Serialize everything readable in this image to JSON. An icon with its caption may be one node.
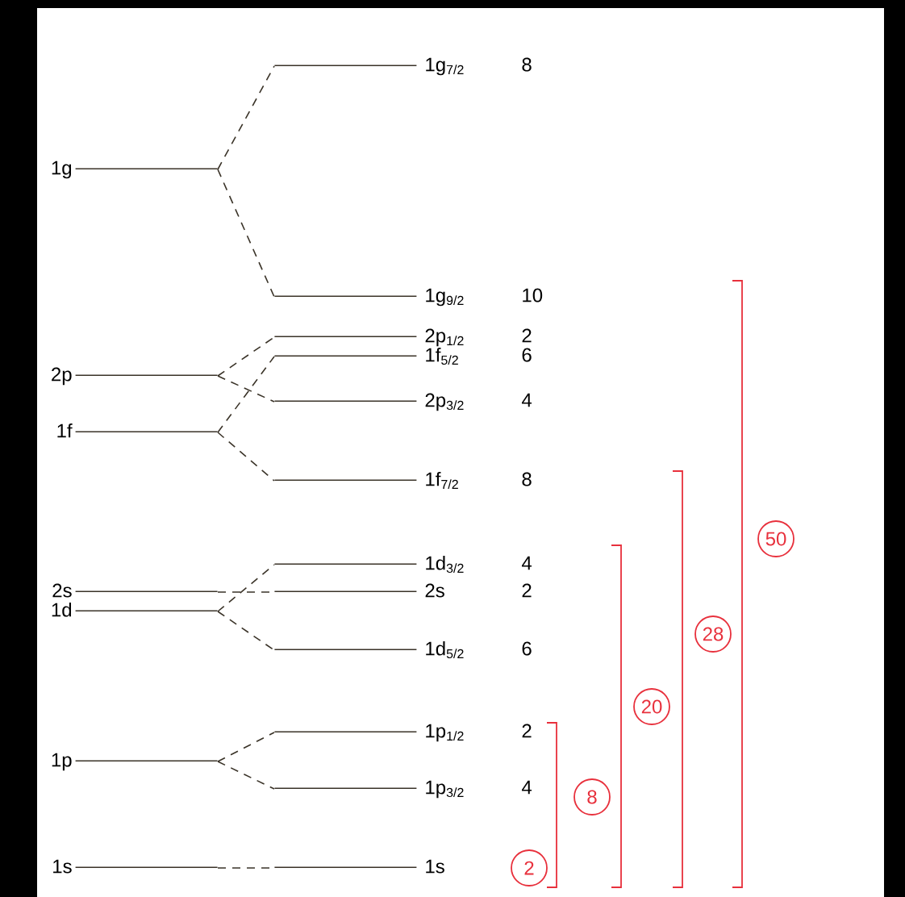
{
  "diagram": {
    "nodes": [
      {
        "text": [
          "1g"
        ]
      },
      {
        "text": [
          "2p"
        ]
      },
      {
        "text": [
          "1f"
        ]
      },
      {
        "text": [
          "2s"
        ]
      },
      {
        "text": [
          "1d"
        ]
      },
      {
        "text": [
          "1p"
        ]
      },
      {
        "text": [
          "1s"
        ]
      },
      {
        "text": [
          "1g$_{7/2}$"
        ],
        "beside": [
          "8"
        ]
      },
      {
        "text": [
          "1g$_{9/2}$"
        ],
        "beside": [
          "10"
        ]
      },
      {
        "text": [
          "2p$_{1/2}$"
        ],
        "beside": [
          "2"
        ]
      },
      {
        "text": [
          "1f$_{5/2}$"
        ],
        "beside": [
          "6"
        ]
      },
      {
        "text": [
          "2p$_{3/2}$"
        ],
        "beside": [
          "4"
        ]
      },
      {
        "text": [
          "1f$_{7/2}$"
        ],
        "beside": [
          "8"
        ]
      },
      {
        "text": [
          "1d$_{3/2}$"
        ],
        "beside": [
          "4"
        ]
      },
      {
        "text": [
          "2s"
        ],
        "beside": [
          "2"
        ]
      },
      {
        "text": [
          "1d$_{5/2}$"
        ],
        "beside": [
          "6"
        ]
      },
      {
        "text": [
          "1p$_{1/2}$"
        ],
        "beside": [
          "2"
        ]
      },
      {
        "text": [
          "1p$_{3/2}$"
        ],
        "beside": [
          "4"
        ]
      },
      {
        "text": [
          "1s"
        ]
      },
      {
        "text": [
          "50"
        ]
      },
      {
        "text": [
          "28"
        ]
      },
      {
        "text": [
          "20"
        ]
      },
      {
        "text": [
          "8"
        ]
      },
      {
        "text": [
          "2"
        ]
      }
    ],
    "edges": [
      {
        "from": 0,
        "to": 7,
        "arrow": "none"
      },
      {
        "from": 0,
        "to": 8,
        "arrow": "none"
      },
      {
        "from": 1,
        "to": 9,
        "arrow": "none"
      },
      {
        "from": 1,
        "to": 11,
        "arrow": "none"
      },
      {
        "from": 2,
        "to": 10,
        "arrow": "none"
      },
      {
        "from": 2,
        "to": 12,
        "arrow": "none"
      },
      {
        "from": 3,
        "to": 14,
        "arrow": "none"
      },
      {
        "from": 4,
        "to": 13,
        "arrow": "none"
      },
      {
        "from": 4,
        "to": 15,
        "arrow": "none"
      },
      {
        "from": 5,
        "to": 16,
        "arrow": "none"
      },
      {
        "from": 5,
        "to": 17,
        "arrow": "none"
      },
      {
        "from": 6,
        "to": 18,
        "arrow": "none"
      }
    ]
  }
}
